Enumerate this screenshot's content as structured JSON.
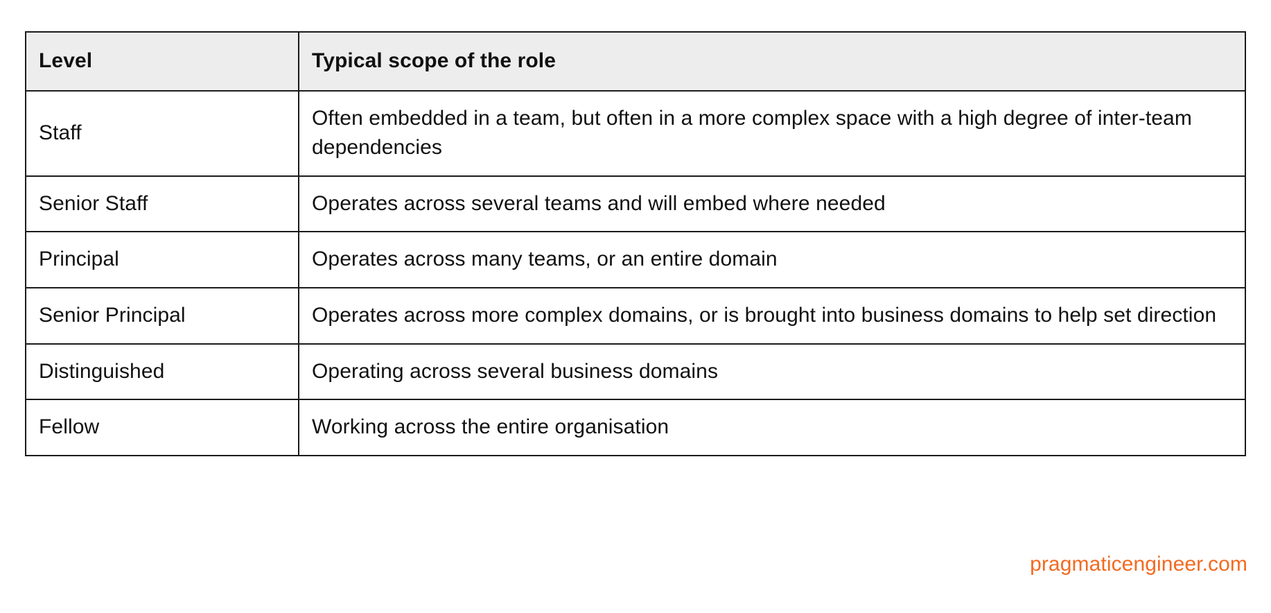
{
  "table": {
    "columns": [
      {
        "key": "level",
        "label": "Level"
      },
      {
        "key": "scope",
        "label": "Typical scope of the role"
      }
    ],
    "rows": [
      {
        "level": "Staff",
        "scope": "Often embedded in a team, but often in a more complex space with a high degree of inter-team dependencies"
      },
      {
        "level": "Senior Staff",
        "scope": "Operates across several teams and will embed where needed"
      },
      {
        "level": "Principal",
        "scope": "Operates across many teams, or an entire domain"
      },
      {
        "level": "Senior Principal",
        "scope": "Operates across more complex domains, or is brought into business domains to help set direction"
      },
      {
        "level": "Distinguished",
        "scope": "Operating across several business domains"
      },
      {
        "level": "Fellow",
        "scope": "Working across the entire organisation"
      }
    ]
  },
  "watermark": {
    "text": "pragmaticengineer.com",
    "color": "#f26a21"
  },
  "colors": {
    "header_background": "#ededed",
    "border": "#1b1b1b",
    "text": "#111111",
    "page_background": "#ffffff"
  }
}
